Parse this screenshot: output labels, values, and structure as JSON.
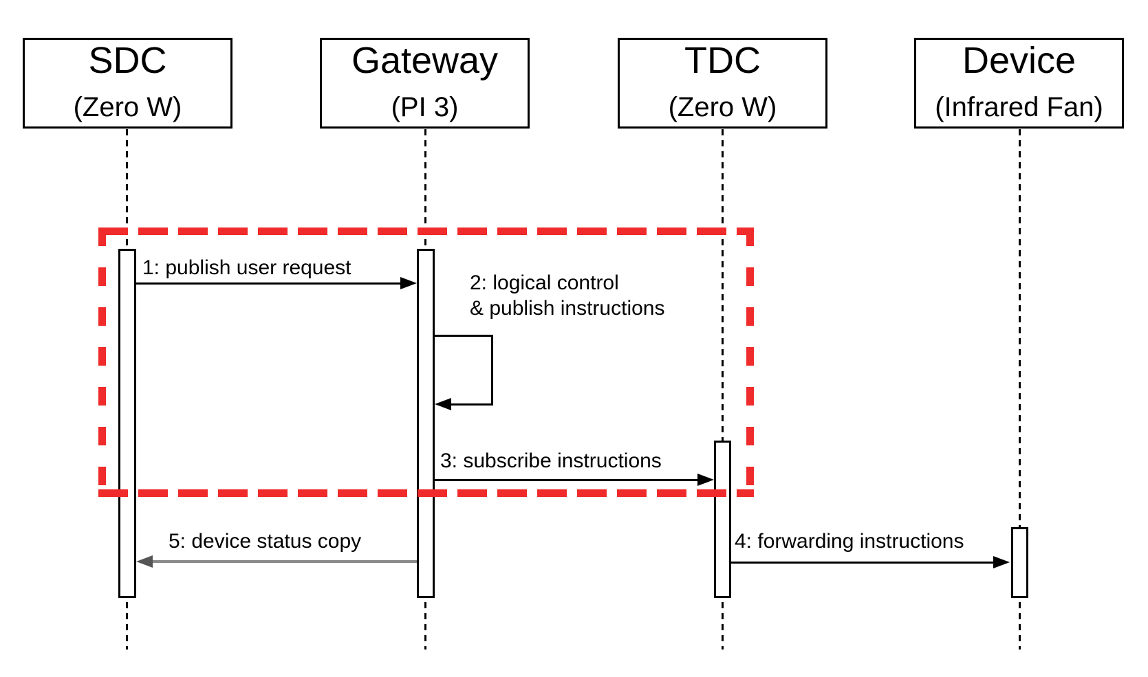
{
  "actors": [
    {
      "name": "SDC",
      "platform": "(Zero W)"
    },
    {
      "name": "Gateway",
      "platform": "(PI 3)"
    },
    {
      "name": "TDC",
      "platform": "(Zero W)"
    },
    {
      "name": "Device",
      "platform": "(Infrared Fan)"
    }
  ],
  "messages": [
    {
      "label": "1: publish user request",
      "from": "SDC",
      "to": "Gateway"
    },
    {
      "label": "2: logical control\n& publish instructions",
      "from": "Gateway",
      "to": "Gateway"
    },
    {
      "label": "3: subscribe instructions",
      "from": "Gateway",
      "to": "TDC"
    },
    {
      "label": "4: forwarding instructions",
      "from": "TDC",
      "to": "Device"
    },
    {
      "label": "5: device status copy",
      "from": "Gateway",
      "to": "SDC"
    }
  ],
  "highlight": {
    "style": "dashed",
    "encloses_messages": [
      "1",
      "2",
      "3"
    ]
  },
  "colors": {
    "line": "#000000",
    "highlight": "#f02b2b",
    "status_copy_line": "#8a8a8a",
    "background": "#ffffff"
  }
}
